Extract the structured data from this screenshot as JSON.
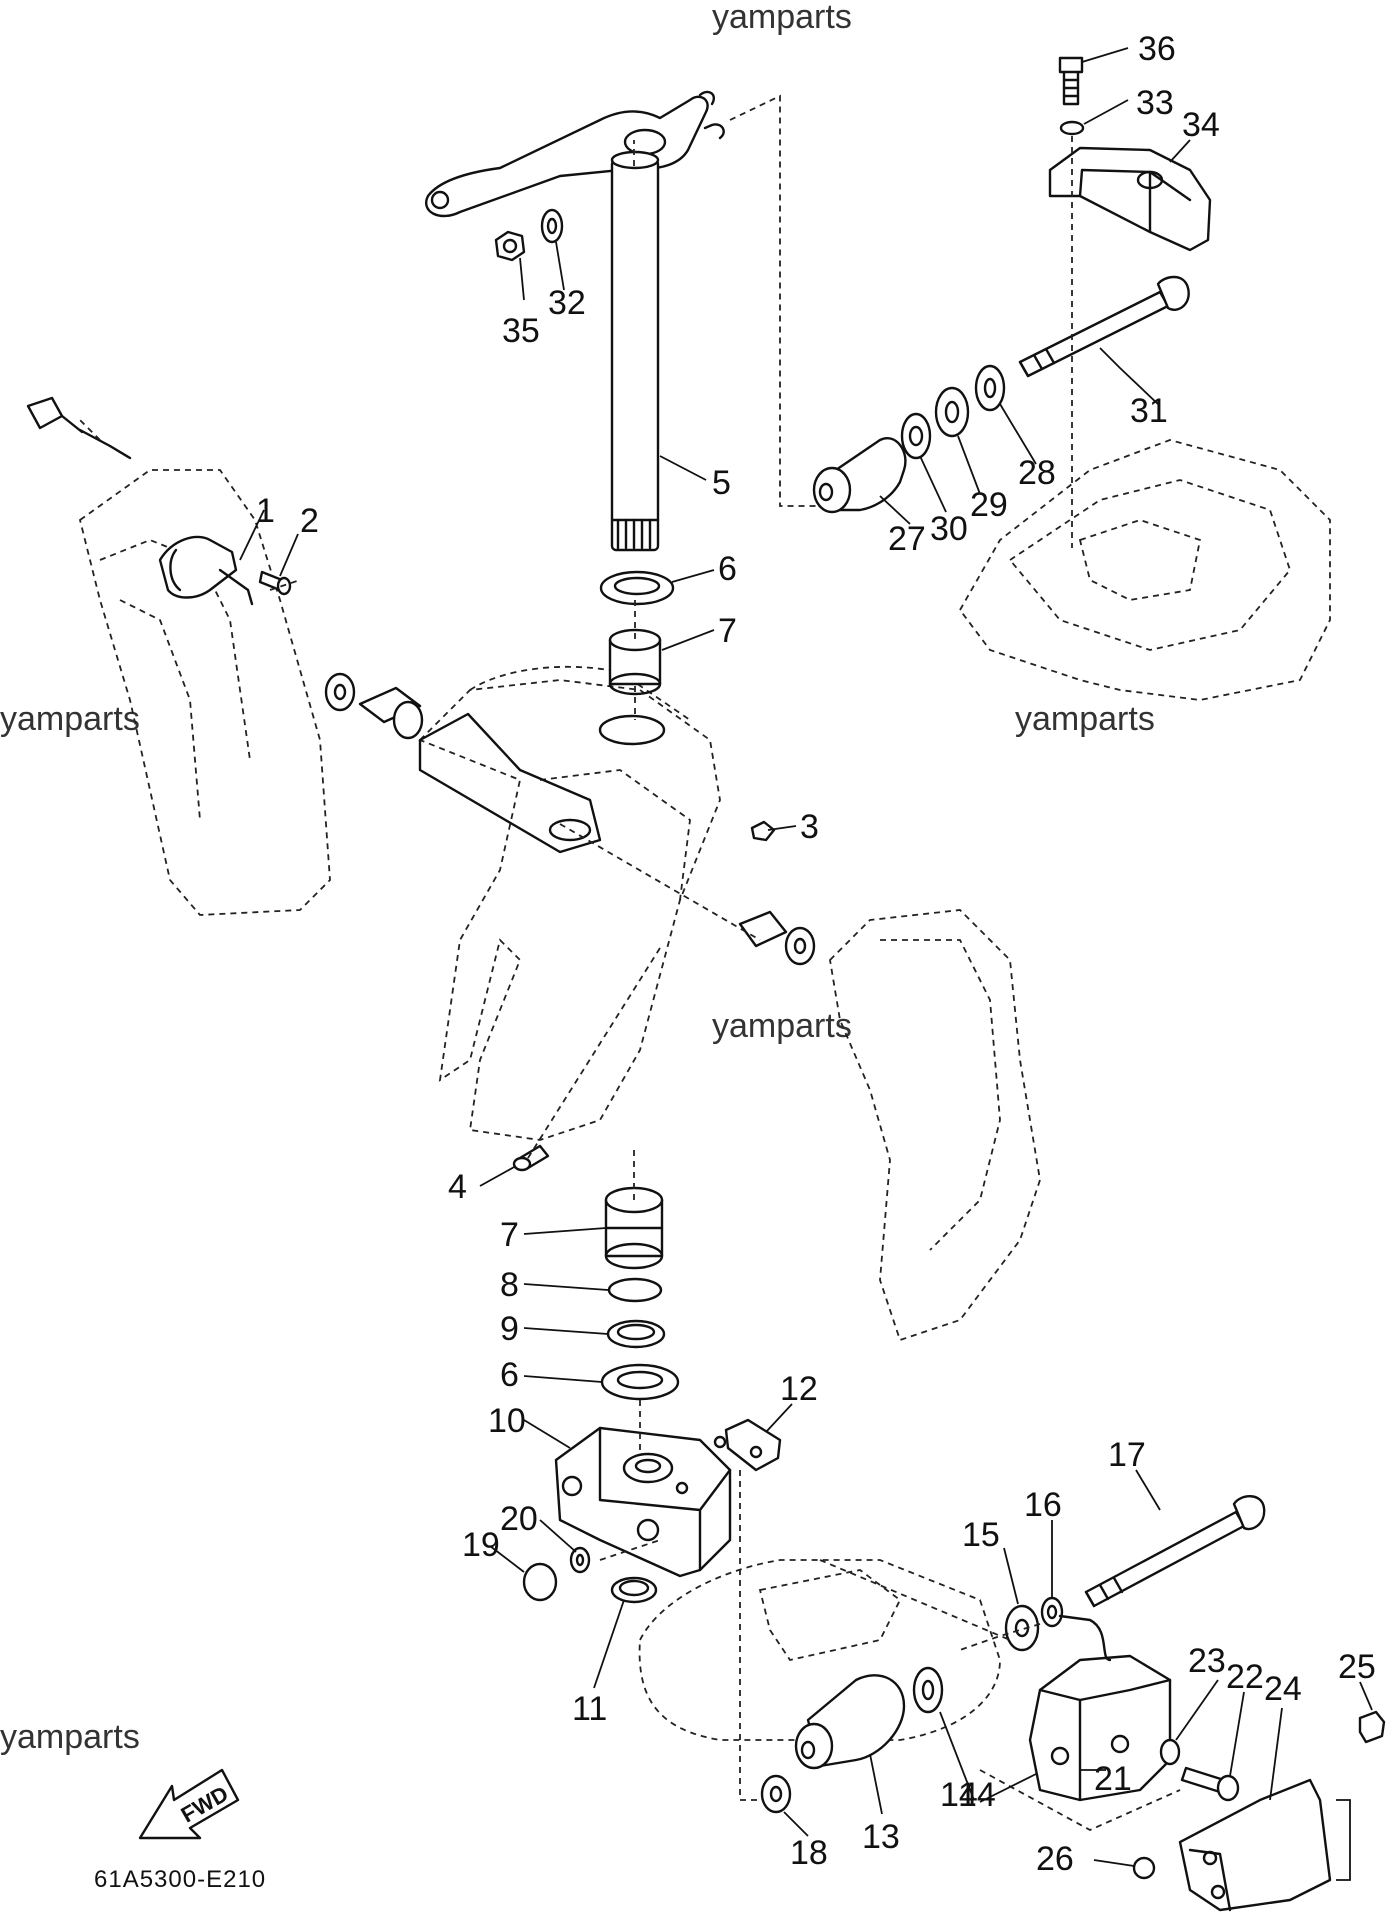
{
  "watermarks": [
    "yamparts",
    "yamparts",
    "yamparts",
    "yamparts",
    "yamparts"
  ],
  "drawing_code": "61A5300-E210",
  "fwd_label": "FWD",
  "callouts": [
    "1",
    "2",
    "3",
    "4",
    "5",
    "6",
    "7",
    "7",
    "8",
    "9",
    "6",
    "10",
    "11",
    "12",
    "13",
    "14",
    "14",
    "15",
    "16",
    "17",
    "18",
    "19",
    "20",
    "21",
    "22",
    "23",
    "24",
    "25",
    "26",
    "27",
    "28",
    "29",
    "30",
    "31",
    "32",
    "33",
    "34",
    "35",
    "36"
  ]
}
